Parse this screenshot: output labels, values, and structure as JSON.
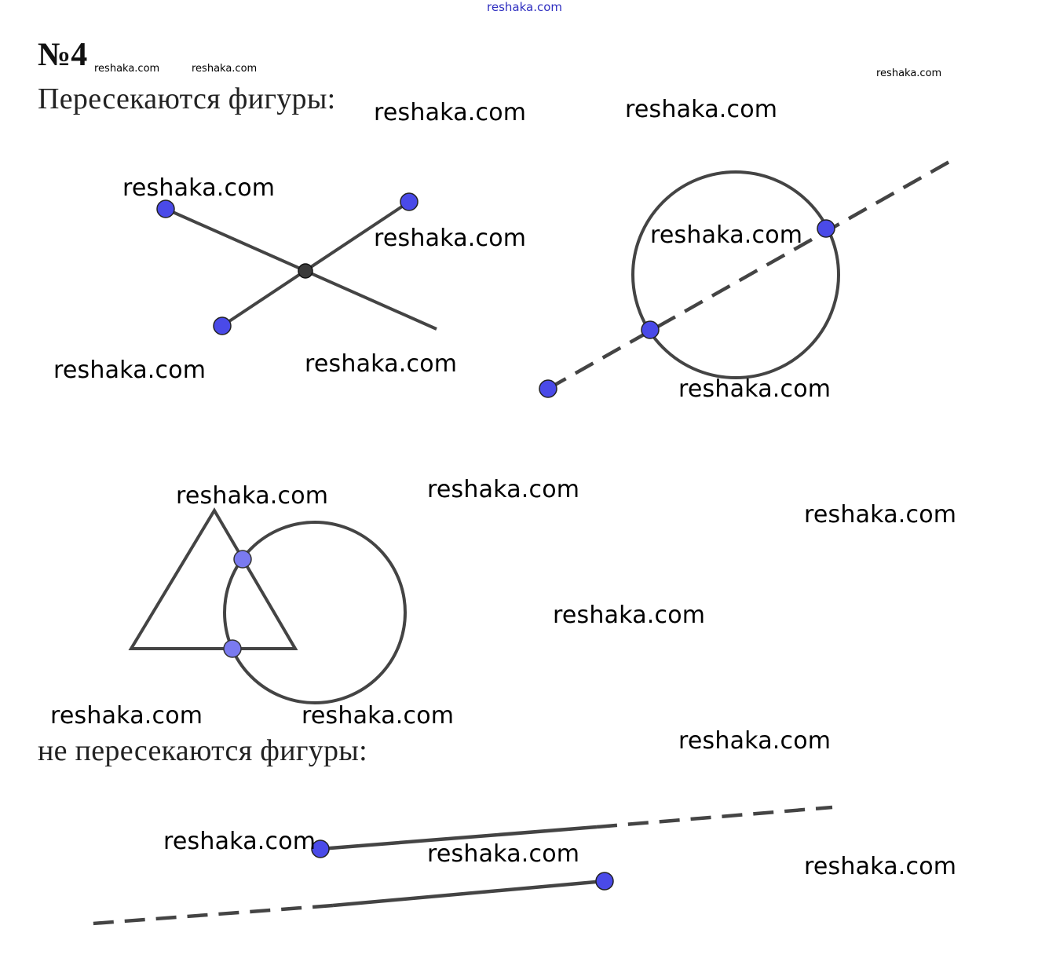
{
  "header": {
    "site_link": "reshaka.com",
    "task_number": "№4"
  },
  "sections": {
    "intersecting_heading": "Пересекаются фигуры:",
    "non_intersecting_heading": "не пересекаются фигуры:"
  },
  "watermarks": {
    "small": [
      "reshaka.com",
      "reshaka.com",
      "reshaka.com"
    ],
    "large": [
      "reshaka.com",
      "reshaka.com",
      "reshaka.com",
      "reshaka.com",
      "reshaka.com",
      "reshaka.com",
      "reshaka.com",
      "reshaka.com",
      "reshaka.com",
      "reshaka.com",
      "reshaka.com",
      "reshaka.com",
      "reshaka.com",
      "reshaka.com",
      "reshaka.com",
      "reshaka.com",
      "reshaka.com",
      "reshaka.com"
    ]
  },
  "colors": {
    "point_fill": "#4a4ae8",
    "point_fill_light": "#7a7af0",
    "intersection_point": "#3a3a3a",
    "line": "#444444"
  }
}
